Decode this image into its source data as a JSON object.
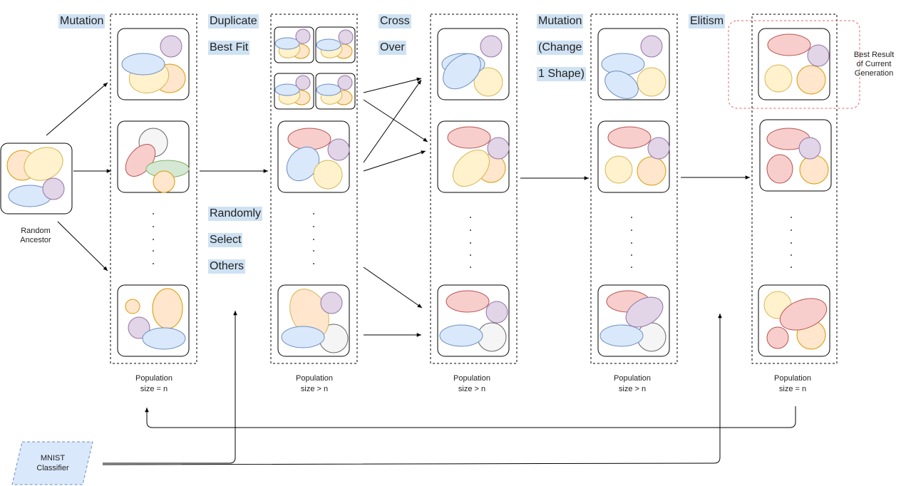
{
  "steps": {
    "mutation": "Mutation",
    "duplicate": [
      "Duplicate",
      "Best Fit"
    ],
    "random_select": [
      "Randomly",
      "Select",
      "Others"
    ],
    "cross_over": [
      "Cross",
      "Over"
    ],
    "mutation_change": [
      "Mutation",
      "(Change",
      "1 Shape)"
    ],
    "elitism": "Elitism"
  },
  "ancestor_label": [
    "Random",
    "Ancestor"
  ],
  "population_labels": [
    [
      "Population",
      "size = n"
    ],
    [
      "Population",
      "size > n"
    ],
    [
      "Population",
      "size > n"
    ],
    [
      "Population",
      "size > n"
    ],
    [
      "Population",
      "size = n"
    ]
  ],
  "best_result_note": [
    "Best Result",
    "of Current",
    "Generation"
  ],
  "classifier_label": [
    "MNIST",
    "Classifier"
  ],
  "colors": {
    "blue_fill": "#dae8fc",
    "blue_stroke": "#6c8ebf",
    "yellow_fill": "#fff2cc",
    "yellow_stroke": "#d6b656",
    "orange_fill": "#ffe6cc",
    "orange_stroke": "#d79b00",
    "purple_fill": "#e1d5e7",
    "purple_stroke": "#9673a6",
    "red_fill": "#f8cecc",
    "red_stroke": "#b85450",
    "green_fill": "#d5e8d4",
    "green_stroke": "#82b366",
    "gray_fill": "#f5f5f5",
    "gray_stroke": "#666666",
    "highlight": "#cfe2f3",
    "elite_box": "#e06666"
  }
}
